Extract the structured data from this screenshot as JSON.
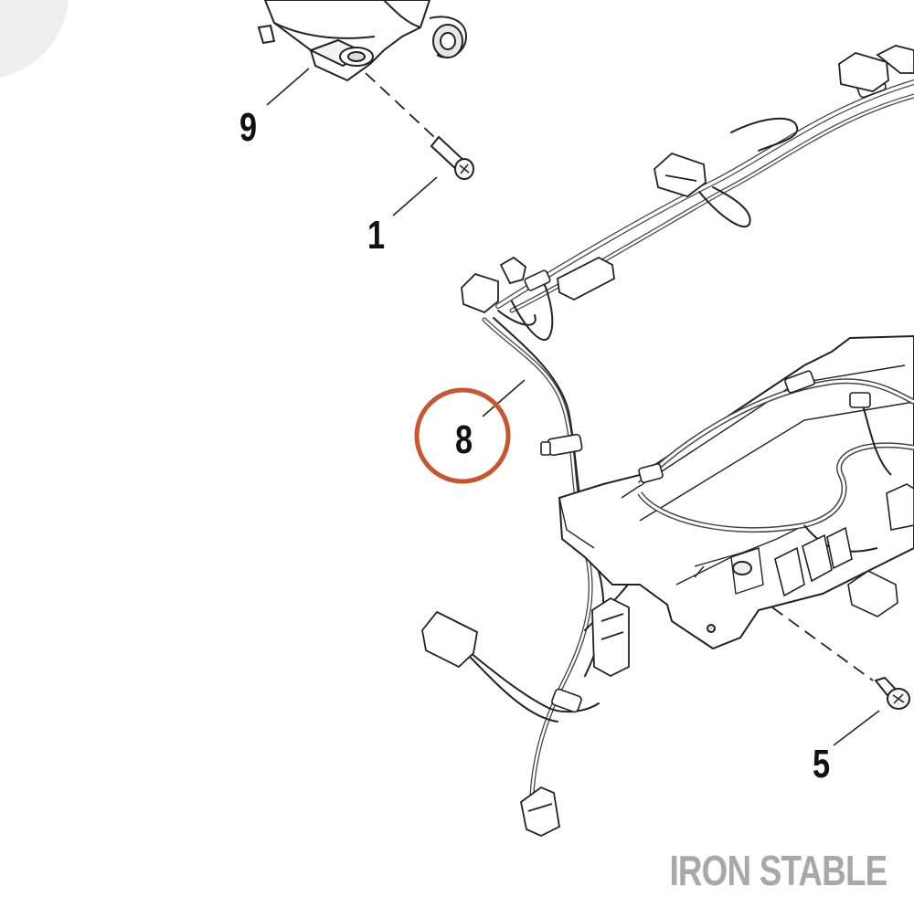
{
  "callouts": {
    "part_9": "9",
    "part_1": "1",
    "part_8": "8",
    "part_5": "5"
  },
  "highlight": {
    "part": "8",
    "ring_color": "#c8552e"
  },
  "watermark": "IRON STABLE",
  "colors": {
    "line": "#222222",
    "wire": "#6b6b6b",
    "fill": "#f3f3f3",
    "watermark": "#a8a8a8"
  }
}
